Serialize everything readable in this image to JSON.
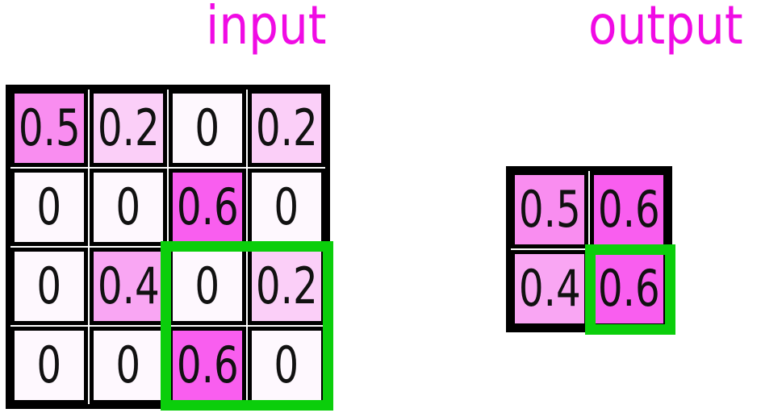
{
  "titles": {
    "input": "input",
    "output": "output"
  },
  "colors": {
    "background": "#FFFFFF",
    "title_magenta": "#F00BE4",
    "grid_border": "#000000",
    "cell_text": "#111111",
    "highlight_green": "#0BCE0B",
    "value_colors": {
      "0": "#FEF8FE",
      "0.2": "#FBCFF8",
      "0.4": "#F9A6F3",
      "0.5": "#F98DF0",
      "0.6": "#F95EEF"
    }
  },
  "input_grid": {
    "rows": [
      [
        "0.5",
        "0.2",
        "0",
        "0.2"
      ],
      [
        "0",
        "0",
        "0.6",
        "0"
      ],
      [
        "0",
        "0.4",
        "0",
        "0.2"
      ],
      [
        "0",
        "0",
        "0.6",
        "0"
      ]
    ],
    "highlighted_window": {
      "rows": [
        2,
        3
      ],
      "cols": [
        2,
        3
      ]
    }
  },
  "output_grid": {
    "rows": [
      [
        "0.5",
        "0.6"
      ],
      [
        "0.4",
        "0.6"
      ]
    ],
    "highlighted_window": {
      "rows": [
        1
      ],
      "cols": [
        1
      ]
    }
  }
}
